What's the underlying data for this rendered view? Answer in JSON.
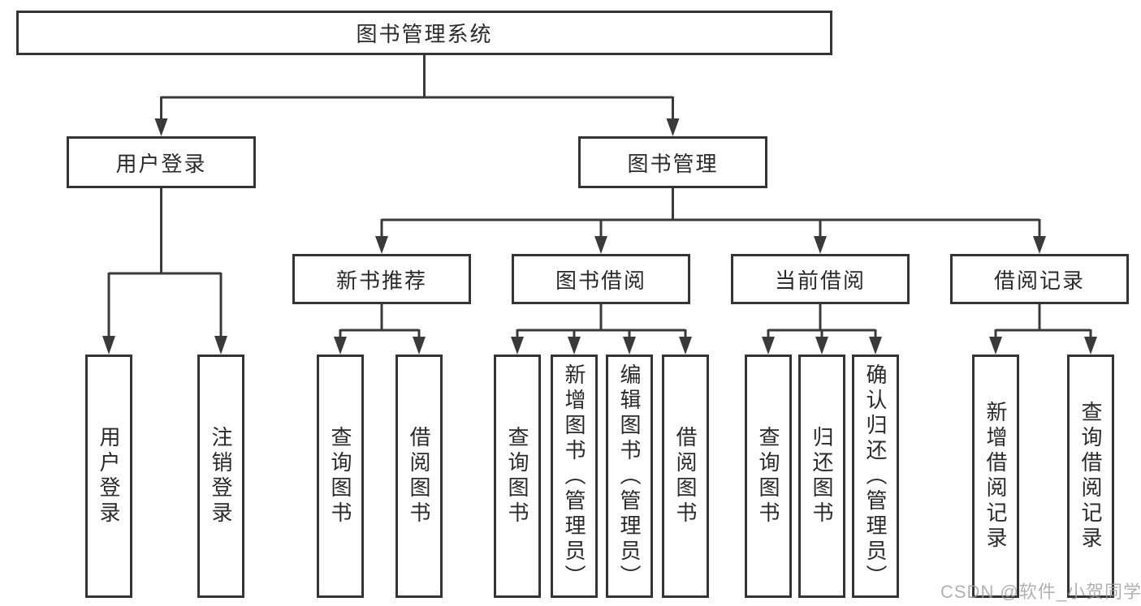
{
  "diagram": {
    "title": "图书管理系统",
    "root": "图书管理系统",
    "level2": [
      "用户登录",
      "图书管理"
    ],
    "level3": [
      "新书推荐",
      "图书借阅",
      "当前借阅",
      "借阅记录"
    ],
    "leaves": {
      "user_login": [
        "用户登录",
        "注销登录"
      ],
      "new_book_recommend": [
        "查询图书",
        "借阅图书"
      ],
      "book_borrow": [
        "查询图书",
        "新增图书（管理员）",
        "编辑图书（管理员）",
        "借阅图书"
      ],
      "current_borrow": [
        "查询图书",
        "归还图书",
        "确认归还（管理员）"
      ],
      "borrow_records": [
        "新增借阅记录",
        "查询借阅记录"
      ]
    },
    "colors": {
      "line": "#3a3a3a",
      "box_border": "#343434",
      "box_fill": "#ffffff",
      "text": "#2a2a2a",
      "watermark": "#9e9e9e"
    }
  },
  "watermark": "CSDN @软件_小贺同学"
}
